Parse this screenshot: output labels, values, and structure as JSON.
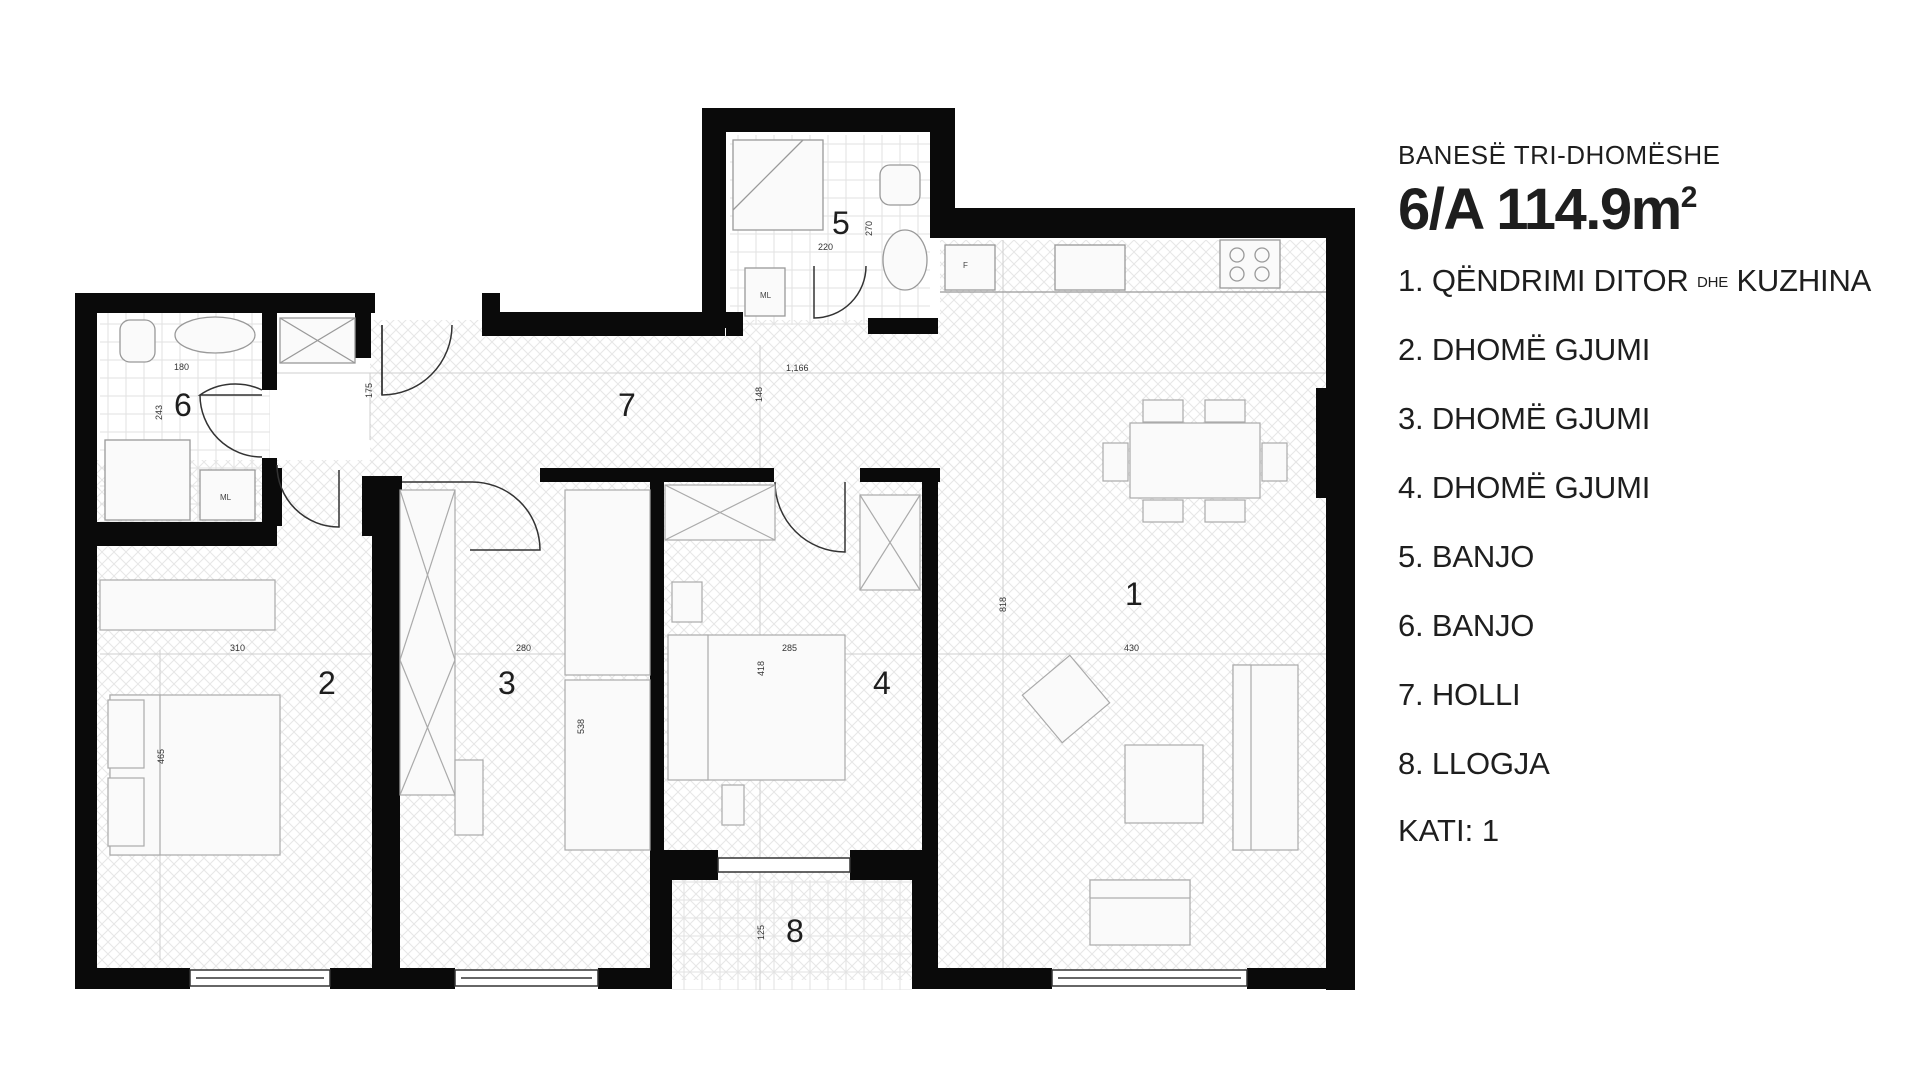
{
  "legend": {
    "subtitle": "BANESË TRI-DHOMËSHE",
    "unit_name": "6/A 114.9m",
    "unit_sup": "2",
    "rooms": [
      {
        "prefix": "1. QËNDRIMI DITOR ",
        "small": "DHE",
        "suffix": " KUZHINA"
      },
      {
        "prefix": "2. DHOMË GJUMI"
      },
      {
        "prefix": "3. DHOMË GJUMI"
      },
      {
        "prefix": "4. DHOMË GJUMI"
      },
      {
        "prefix": "5. BANJO"
      },
      {
        "prefix": "6. BANJO"
      },
      {
        "prefix": "7. HOLLI"
      },
      {
        "prefix": "8. LLOGJA"
      }
    ],
    "floor": "KATI: 1"
  },
  "plan": {
    "room_numbers": {
      "r1": "1",
      "r2": "2",
      "r3": "3",
      "r4": "4",
      "r5": "5",
      "r6": "6",
      "r7": "7",
      "r8": "8"
    },
    "dimensions": {
      "d_hall_len": "1,166",
      "d_hall_w": "148",
      "d_bath6_w": "180",
      "d_bath6_h": "243",
      "d_entry": "175",
      "d_bath5_w": "220",
      "d_bath5_h": "270",
      "d_r2_w": "310",
      "d_r2_h": "465",
      "d_r3_w": "280",
      "d_r3_h": "538",
      "d_r4_w": "285",
      "d_r4_h": "418",
      "d_r1_w": "430",
      "d_r1_h": "818",
      "d_r8": "125"
    },
    "labels": {
      "ml": "ML",
      "f": "F"
    }
  }
}
